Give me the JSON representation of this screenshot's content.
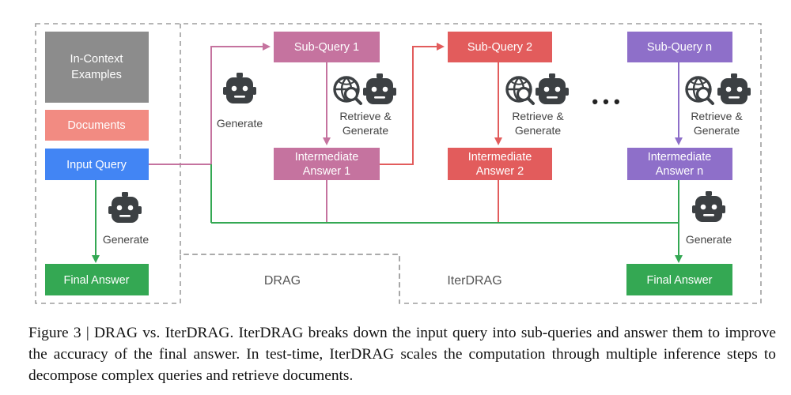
{
  "boxes": {
    "in_context_examples": [
      "In-Context",
      "Examples"
    ],
    "documents": "Documents",
    "input_query": "Input Query",
    "final_answer_drag": "Final Answer",
    "sub_query_1": "Sub-Query 1",
    "sub_query_2": "Sub-Query 2",
    "sub_query_n": "Sub-Query n",
    "intermediate_1": [
      "Intermediate",
      "Answer 1"
    ],
    "intermediate_2": [
      "Intermediate",
      "Answer 2"
    ],
    "intermediate_n": [
      "Intermediate",
      "Answer n"
    ],
    "final_answer_iter": "Final Answer"
  },
  "labels": {
    "generate_drag": "Generate",
    "generate_iter": "Generate",
    "generate_final": "Generate",
    "retrieve_generate_1": [
      "Retrieve &",
      "Generate"
    ],
    "retrieve_generate_2": [
      "Retrieve &",
      "Generate"
    ],
    "retrieve_generate_n": [
      "Retrieve &",
      "Generate"
    ],
    "ellipsis": "• • •",
    "region_drag": "DRAG",
    "region_iter": "IterDRAG"
  },
  "colors": {
    "gray": "#8c8c8c",
    "salmon": "#f28b82",
    "blue": "#4285f4",
    "green": "#34a853",
    "pink": "#c5739f",
    "red": "#e25c5c",
    "purple": "#8e6fc9",
    "icon": "#3c4043",
    "dash": "#9e9e9e"
  },
  "caption": {
    "prefix": "Figure 3 | ",
    "text": "DRAG vs. IterDRAG. IterDRAG breaks down the input query into sub-queries and answer them to improve the accuracy of the final answer. In test-time, IterDRAG scales the computation through multiple inference steps to decompose complex queries and retrieve documents."
  }
}
